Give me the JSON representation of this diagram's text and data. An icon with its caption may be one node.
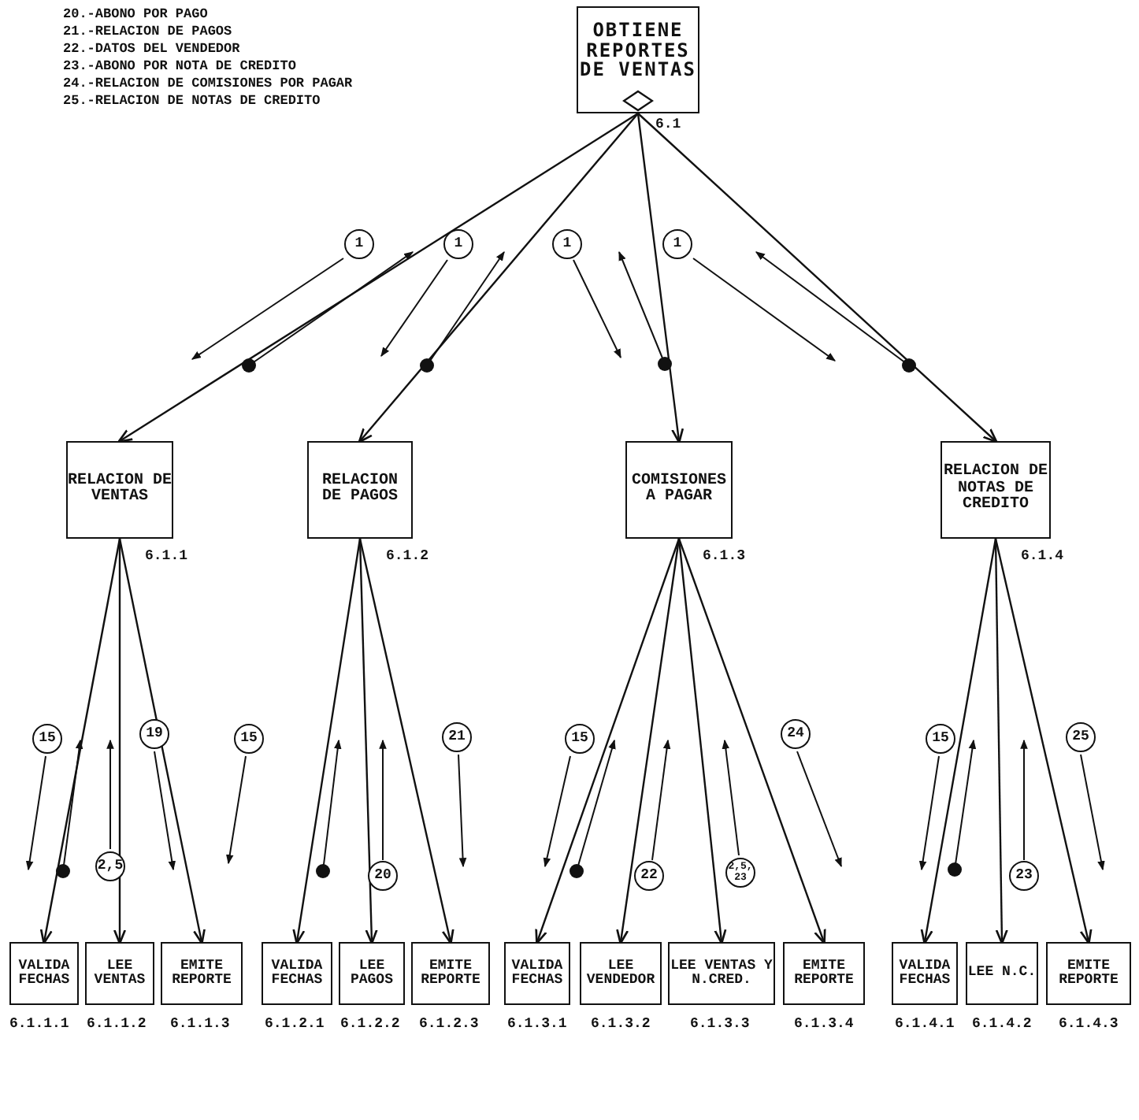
{
  "diagram": {
    "nodes": [
      {
        "text": [
          "OBTIENE REPORTES DE VENTAS"
        ],
        "beside": [
          "6.1"
        ]
      },
      {
        "text": [
          "RELACION DE VENTAS"
        ],
        "beside": [
          "6.1.1"
        ]
      },
      {
        "text": [
          "RELACION DE PAGOS"
        ],
        "beside": [
          "6.1.2"
        ]
      },
      {
        "text": [
          "COMISIONES A PAGAR"
        ],
        "beside": [
          "6.1.3"
        ]
      },
      {
        "text": [
          "RELACION DE NOTAS DE CREDITO"
        ],
        "beside": [
          "6.1.4"
        ]
      },
      {
        "text": [
          "VALIDA FECHAS"
        ],
        "beside": [
          "6.1.1.1"
        ]
      },
      {
        "text": [
          "LEE VENTAS"
        ],
        "beside": [
          "6.1.1.2"
        ]
      },
      {
        "text": [
          "EMITE REPORTE"
        ],
        "beside": [
          "6.1.1.3"
        ]
      },
      {
        "text": [
          "VALIDA FECHAS"
        ],
        "beside": [
          "6.1.2.1"
        ]
      },
      {
        "text": [
          "LEE PAGOS"
        ],
        "beside": [
          "6.1.2.2"
        ]
      },
      {
        "text": [
          "EMITE REPORTE"
        ],
        "beside": [
          "6.1.2.3"
        ]
      },
      {
        "text": [
          "VALIDA FECHAS"
        ],
        "beside": [
          "6.1.3.1"
        ]
      },
      {
        "text": [
          "LEE VENDEDOR"
        ],
        "beside": [
          "6.1.3.2"
        ]
      },
      {
        "text": [
          "LEE VENTAS Y N.CRED."
        ],
        "beside": [
          "6.1.3.3"
        ]
      },
      {
        "text": [
          "EMITE REPORTE"
        ],
        "beside": [
          "6.1.3.4"
        ]
      },
      {
        "text": [
          "VALIDA FECHAS"
        ],
        "beside": [
          "6.1.4.1"
        ]
      },
      {
        "text": [
          "LEE N.C."
        ],
        "beside": [
          "6.1.4.2"
        ]
      },
      {
        "text": [
          "EMITE REPORTE"
        ],
        "beside": [
          "6.1.4.3"
        ]
      }
    ],
    "edges": [
      {
        "from": 0,
        "to": 1,
        "arrow": "to"
      },
      {
        "from": 0,
        "to": 2,
        "arrow": "to"
      },
      {
        "from": 0,
        "to": 3,
        "arrow": "to"
      },
      {
        "from": 0,
        "to": 4,
        "arrow": "to"
      },
      {
        "from": 1,
        "to": 5,
        "arrow": "to"
      },
      {
        "from": 1,
        "to": 6,
        "arrow": "to"
      },
      {
        "from": 1,
        "to": 7,
        "arrow": "to"
      },
      {
        "from": 2,
        "to": 8,
        "arrow": "to"
      },
      {
        "from": 2,
        "to": 9,
        "arrow": "to"
      },
      {
        "from": 2,
        "to": 10,
        "arrow": "to"
      },
      {
        "from": 3,
        "to": 11,
        "arrow": "to"
      },
      {
        "from": 3,
        "to": 12,
        "arrow": "to"
      },
      {
        "from": 3,
        "to": 13,
        "arrow": "to"
      },
      {
        "from": 3,
        "to": 14,
        "arrow": "to"
      },
      {
        "from": 4,
        "to": 15,
        "arrow": "to"
      },
      {
        "from": 4,
        "to": 16,
        "arrow": "to"
      },
      {
        "from": 4,
        "to": 17,
        "arrow": "to"
      }
    ],
    "labels": [
      "20.-ABONO POR PAGO",
      "21.-RELACION DE PAGOS",
      "22.-DATOS DEL VENDEDOR",
      "23.-ABONO POR NOTA DE CREDITO",
      "24.-RELACION DE COMISIONES POR PAGAR",
      "25.-RELACION DE NOTAS DE CREDITO",
      "1",
      "1",
      "1",
      "1",
      "15",
      "2,5",
      "19",
      "15",
      "20",
      "21",
      "15",
      "22",
      "2,5, 23",
      "24",
      "15",
      "23",
      "25"
    ]
  }
}
